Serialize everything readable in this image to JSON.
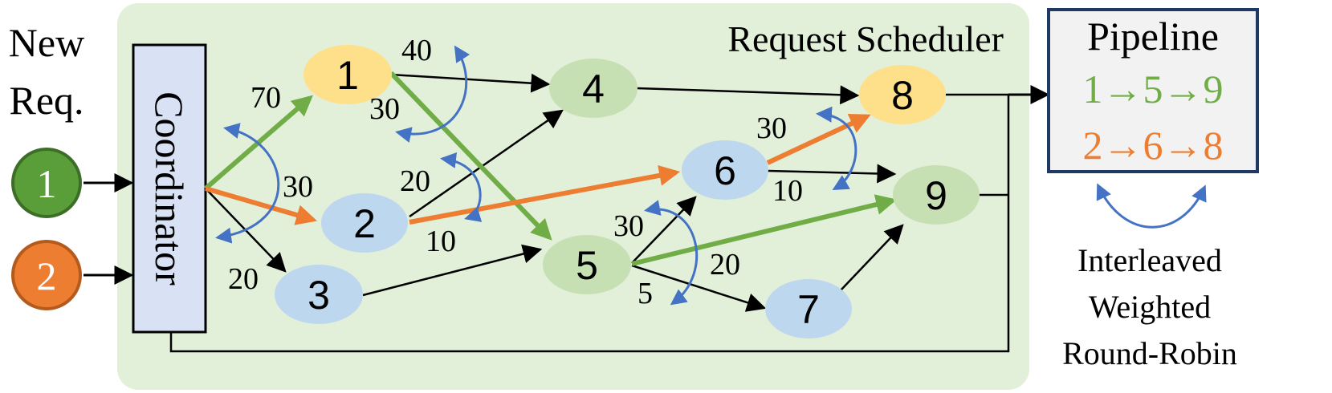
{
  "labels": {
    "new_req_line1": "New",
    "new_req_line2": "Req.",
    "coordinator": "Coordinator",
    "scheduler_title": "Request Scheduler",
    "pipeline_title": "Pipeline",
    "pipeline_1": "1→5→9",
    "pipeline_2": "2→6→8",
    "iwrr_line1": "Interleaved",
    "iwrr_line2": "Weighted",
    "iwrr_line3": "Round-Robin"
  },
  "requests": [
    {
      "label": "1",
      "color": "#5a9e3a"
    },
    {
      "label": "2",
      "color": "#ed7d31"
    }
  ],
  "nodes": [
    {
      "id": "1",
      "label": "1",
      "color": "#ffe08a"
    },
    {
      "id": "2",
      "label": "2",
      "color": "#bdd7ee"
    },
    {
      "id": "3",
      "label": "3",
      "color": "#bdd7ee"
    },
    {
      "id": "4",
      "label": "4",
      "color": "#c6e0b4"
    },
    {
      "id": "5",
      "label": "5",
      "color": "#c6e0b4"
    },
    {
      "id": "6",
      "label": "6",
      "color": "#bdd7ee"
    },
    {
      "id": "7",
      "label": "7",
      "color": "#bdd7ee"
    },
    {
      "id": "8",
      "label": "8",
      "color": "#ffe08a"
    },
    {
      "id": "9",
      "label": "9",
      "color": "#c6e0b4"
    }
  ],
  "weights": {
    "c_to_1": "70",
    "c_to_2": "30",
    "c_to_3": "20",
    "n1_to_4": "40",
    "n1_to_5": "30",
    "n2_to_4": "20",
    "n2_to_6": "10",
    "n5_to_6": "30",
    "n5_to_9": "20",
    "n5_to_7": "5",
    "n6_to_8": "30",
    "n6_to_9": "10"
  },
  "colors": {
    "scheduler_bg": "#e2efd9",
    "coordinator_bg": "#d9e1f5",
    "pipeline_bg": "#f2f2f2",
    "pipeline_border": "#1f3864",
    "path_green": "#70ad47",
    "path_orange": "#ed7d31",
    "rr_arrow": "#4472c4",
    "pipeline_text_green": "#70ad47",
    "pipeline_text_orange": "#ed7d31"
  }
}
